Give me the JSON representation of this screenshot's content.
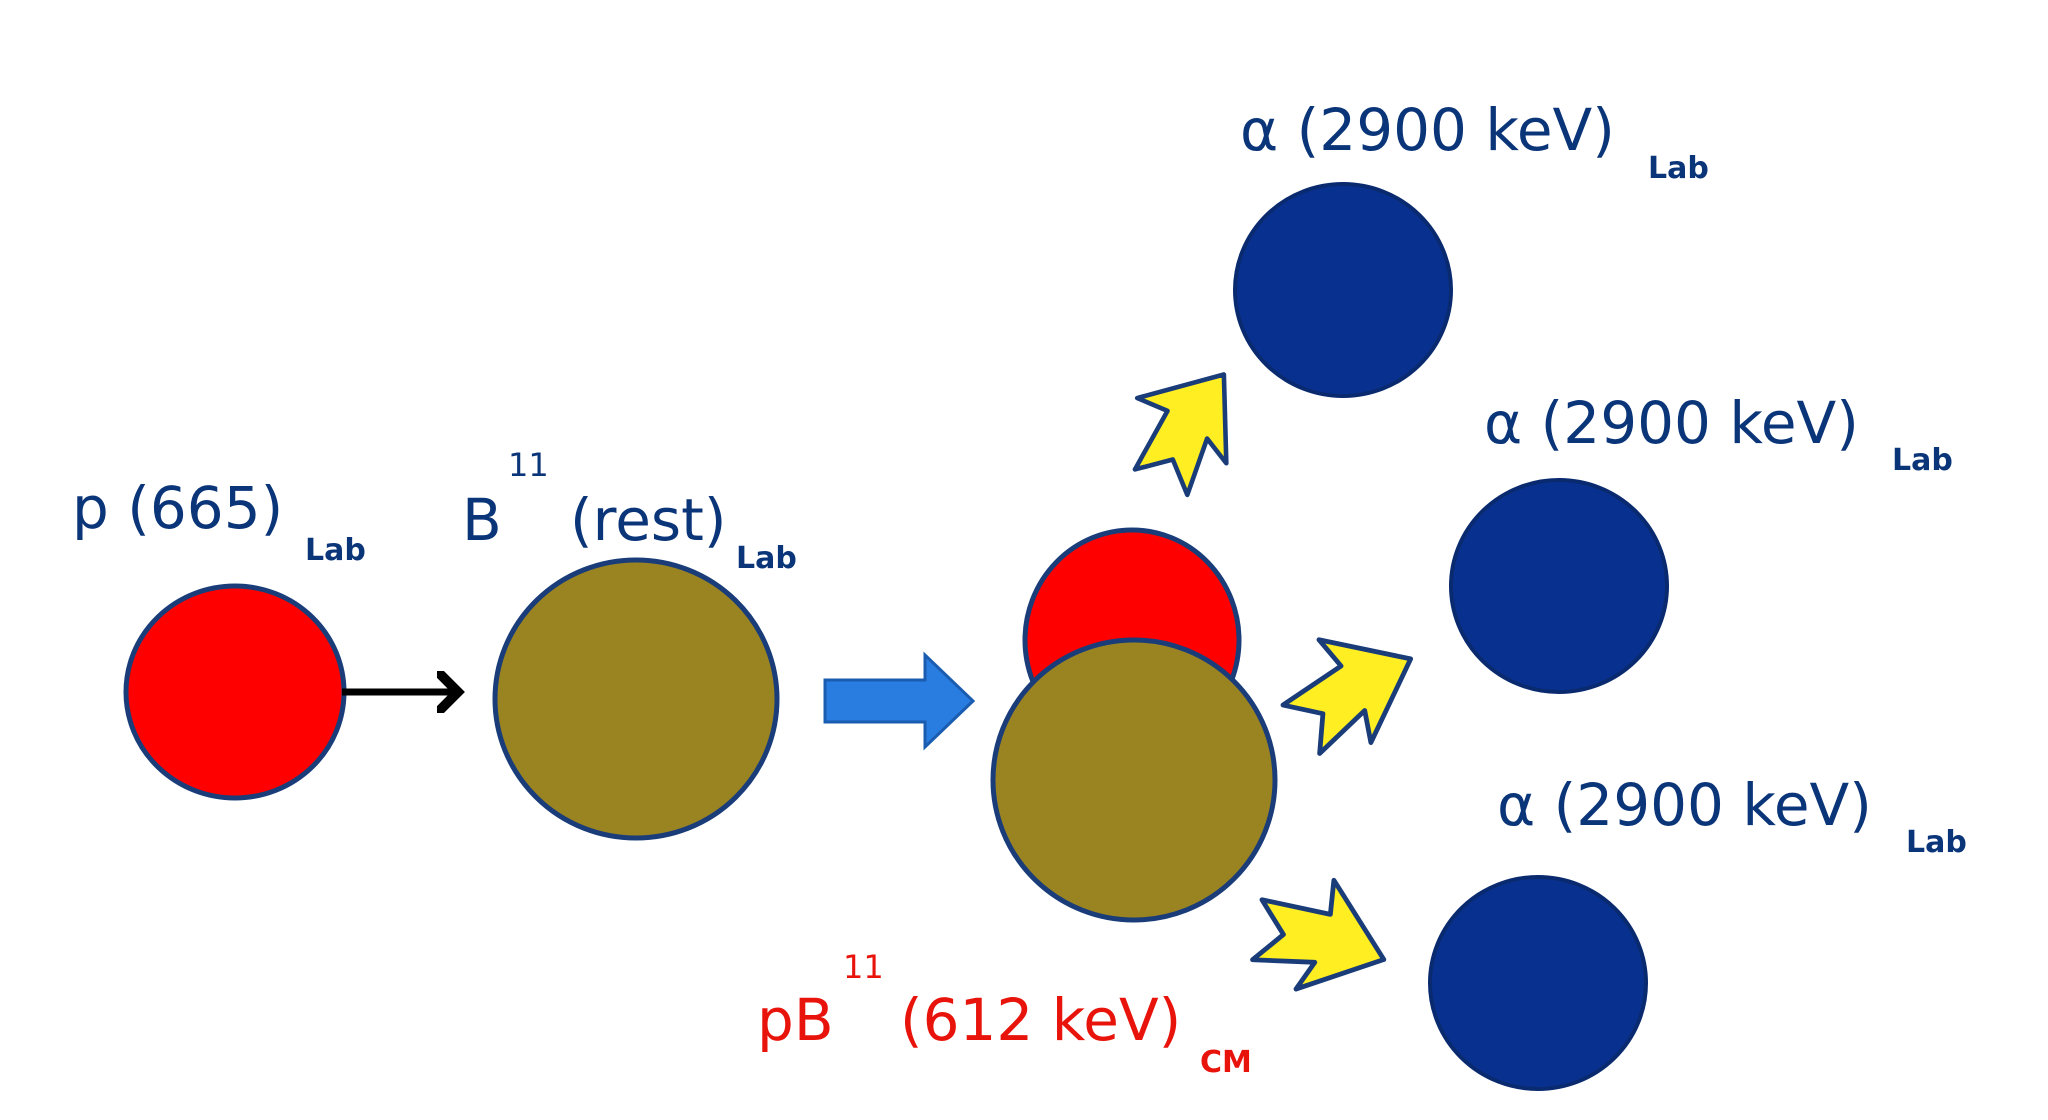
{
  "colors": {
    "proton": "#ff0000",
    "boron": "#9a8422",
    "alpha": "#08318f",
    "outline": "#1a3d7a",
    "process_arrow": "#2a7de0",
    "emission_arrow": "#ffee22",
    "label_blue": "#0b3579",
    "label_red": "#e8140c"
  },
  "proton": {
    "name": "p",
    "energy": "(665)",
    "frame": "Lab"
  },
  "boron": {
    "name": "B",
    "mass": "11",
    "state": "(rest)",
    "frame": "Lab"
  },
  "compound": {
    "name": "pB",
    "mass": "11",
    "energy": "(612 keV)",
    "frame": "CM"
  },
  "alphas": [
    {
      "name": "α",
      "energy": "(2900 keV)",
      "frame": "Lab"
    },
    {
      "name": "α",
      "energy": "(2900 keV)",
      "frame": "Lab"
    },
    {
      "name": "α",
      "energy": "(2900 keV)",
      "frame": "Lab"
    }
  ]
}
